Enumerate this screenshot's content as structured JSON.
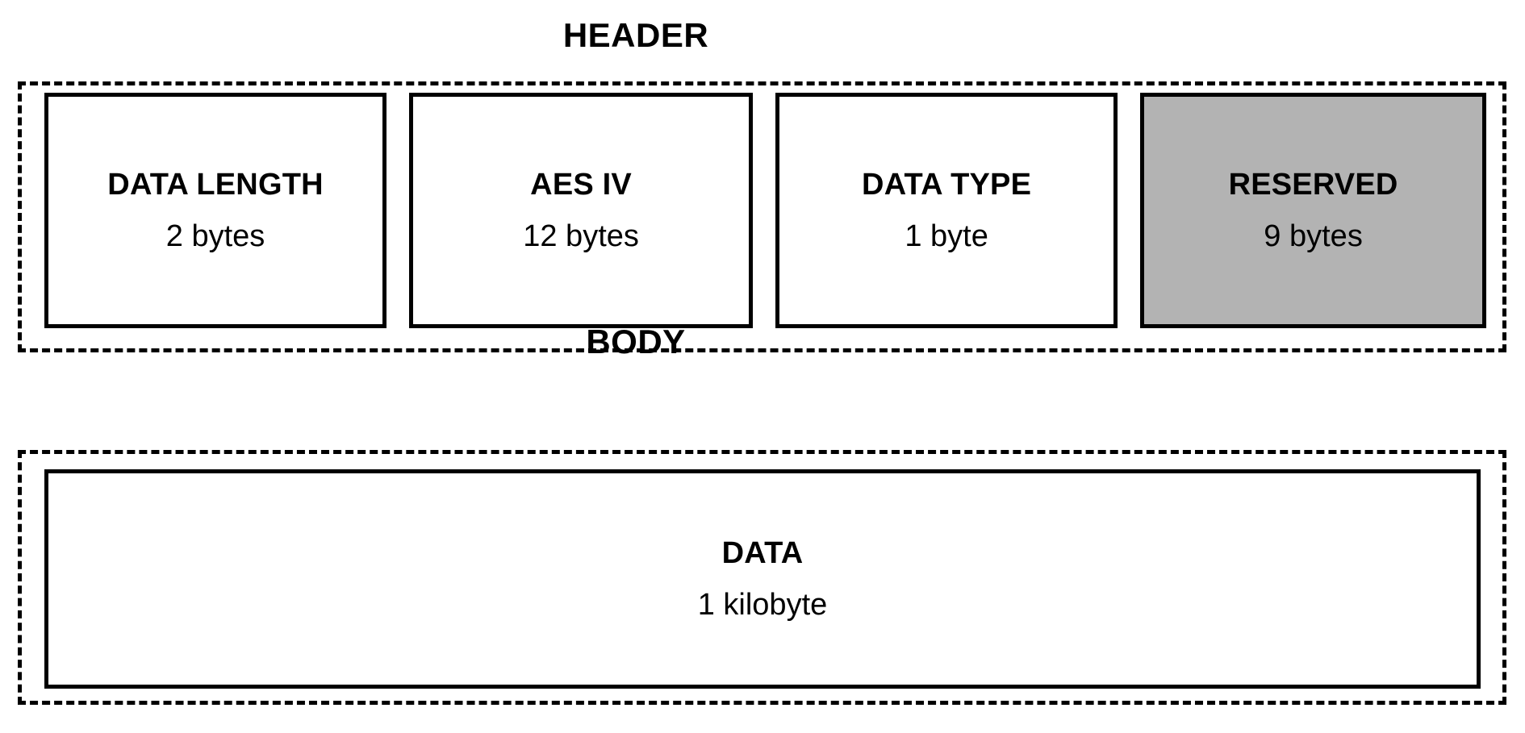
{
  "diagram": {
    "title_header": "HEADER",
    "title_body": "BODY",
    "colors": {
      "stroke": "#000000",
      "background": "#ffffff",
      "reserved_fill": "#b3b3b3"
    },
    "header": {
      "label": "HEADER",
      "fields": [
        {
          "name": "DATA LENGTH",
          "size": "2 bytes",
          "filled": false
        },
        {
          "name": "AES IV",
          "size": "12 bytes",
          "filled": false
        },
        {
          "name": "DATA TYPE",
          "size": "1 byte",
          "filled": false
        },
        {
          "name": "RESERVED",
          "size": "9 bytes",
          "filled": true
        }
      ]
    },
    "body": {
      "label": "BODY",
      "fields": [
        {
          "name": "DATA",
          "size": "1 kilobyte",
          "filled": false
        }
      ]
    }
  }
}
